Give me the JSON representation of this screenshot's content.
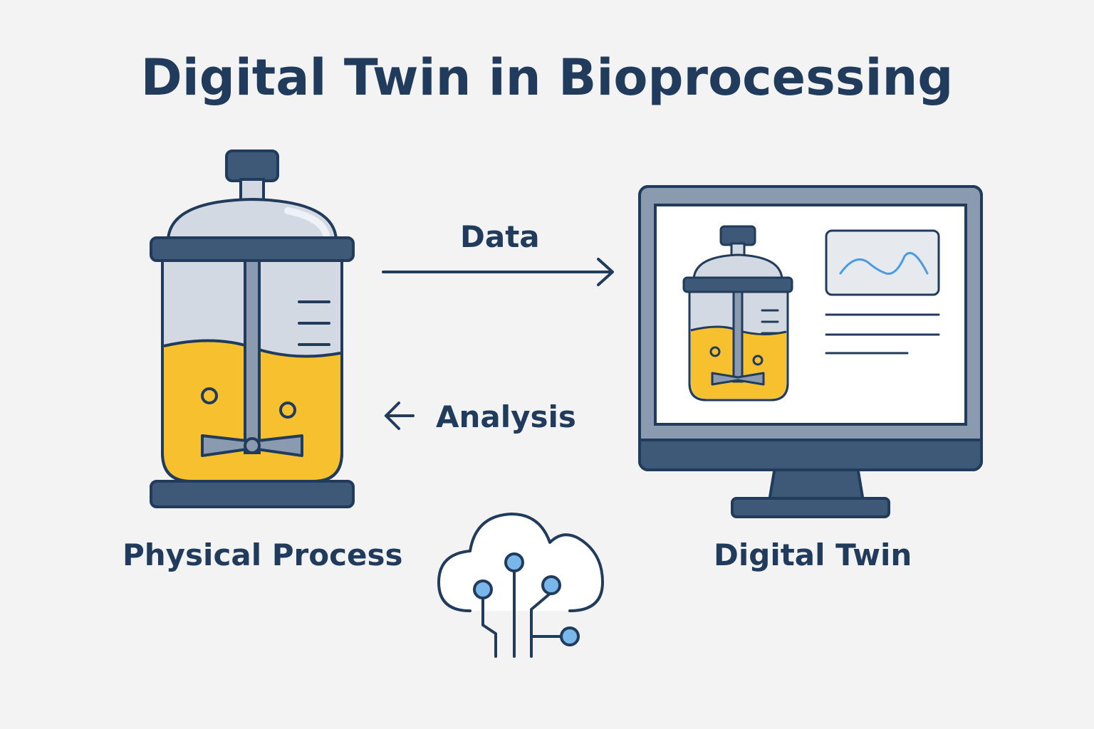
{
  "title": "Digital Twin in Bioprocessing",
  "flow": {
    "data_label": "Data",
    "analysis_label": "Analysis"
  },
  "nodes": {
    "physical_label": "Physical Process",
    "digital_label": "Digital Twin"
  },
  "colors": {
    "background": "#f3f3f3",
    "navy": "#213b5c",
    "steel": "#3e5878",
    "liquid": "#f6c02f",
    "glass": "#d2d9e2",
    "wave": "#4a9be0",
    "node": "#79b6ea"
  },
  "icons": {
    "bioreactor": "bioreactor-icon",
    "monitor": "monitor-icon",
    "cloud": "cloud-network-icon",
    "data_arrow": "arrow-right-icon",
    "analysis_arrow": "arrow-left-icon"
  }
}
